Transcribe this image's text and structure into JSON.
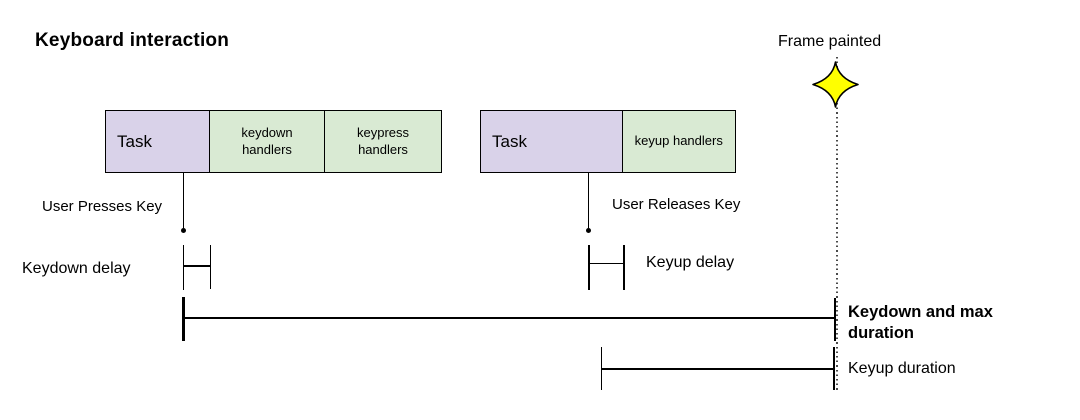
{
  "title": "Keyboard interaction",
  "frame_painted": {
    "label": "Frame painted",
    "icon": "four-point-star-icon"
  },
  "colors": {
    "task_fill": "#d9d2e9",
    "handlers_fill": "#d9ead3",
    "star_fill": "#ffff00",
    "line": "#000000",
    "background": "#ffffff"
  },
  "bars": [
    {
      "name": "keydown-task-bar",
      "segments": [
        {
          "label": "Task",
          "kind": "task"
        },
        {
          "label": "keydown\nhandlers",
          "kind": "handlers"
        },
        {
          "label": "keypress\nhandlers",
          "kind": "handlers"
        }
      ]
    },
    {
      "name": "keyup-task-bar",
      "segments": [
        {
          "label": "Task",
          "kind": "task"
        },
        {
          "label": "keyup handlers",
          "kind": "handlers"
        }
      ]
    }
  ],
  "annotations": {
    "user_presses_key": "User Presses Key",
    "user_releases_key": "User Releases Key",
    "keydown_delay": "Keydown delay",
    "keyup_delay": "Keyup delay",
    "keydown_and_max_duration": "Keydown and max\nduration",
    "keyup_duration": "Keyup duration"
  }
}
